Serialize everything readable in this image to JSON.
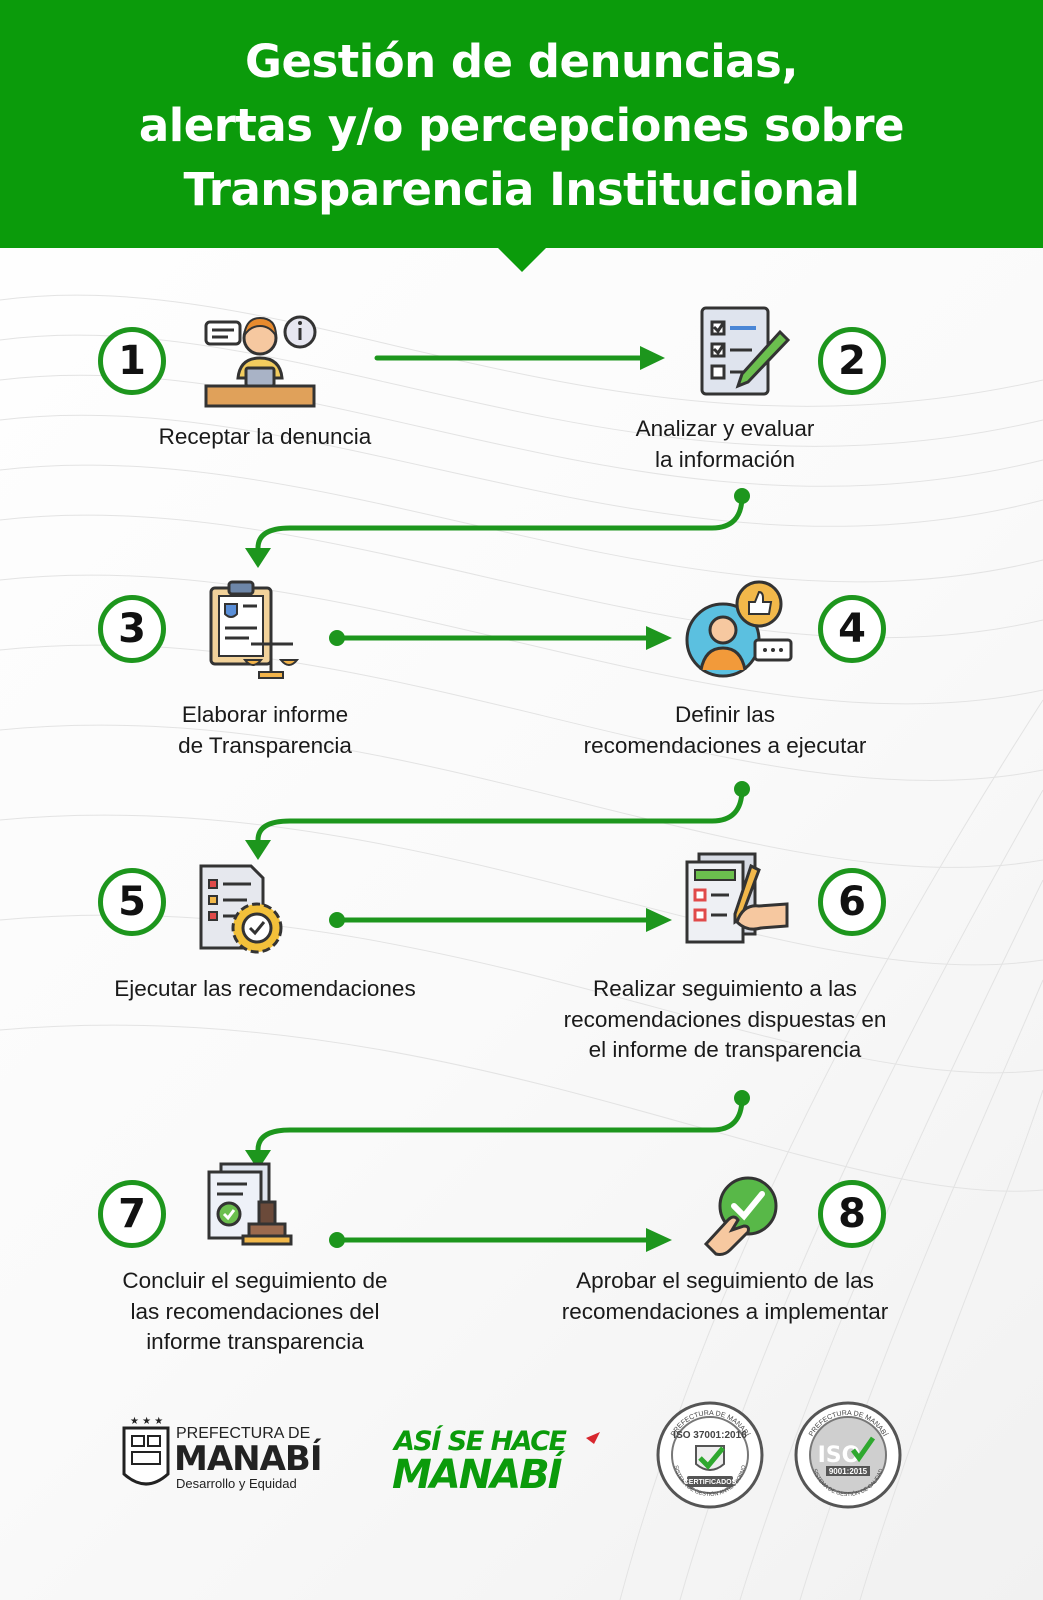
{
  "header": {
    "title_lines": [
      "Gestión de denuncias,",
      "alertas y/o percepciones sobre",
      "Transparencia Institucional"
    ]
  },
  "colors": {
    "brand_green": "#0b9b0b",
    "connector_green": "#1d961d",
    "text": "#1a1a1a"
  },
  "steps": [
    {
      "number": "1",
      "label": "Receptar la denuncia",
      "icon": "customer-service-agent-icon"
    },
    {
      "number": "2",
      "label": "Analizar y evaluar\nla información",
      "icon": "checklist-pencil-icon"
    },
    {
      "number": "3",
      "label": "Elaborar informe\nde Transparencia",
      "icon": "clipboard-scale-icon"
    },
    {
      "number": "4",
      "label": "Definir las\nrecomendaciones a ejecutar",
      "icon": "person-feedback-icon"
    },
    {
      "number": "5",
      "label": "Ejecutar las recomendaciones",
      "icon": "document-gear-icon"
    },
    {
      "number": "6",
      "label": "Realizar seguimiento a las\nrecomendaciones dispuestas en\nel informe de transparencia",
      "icon": "checklist-hand-icon"
    },
    {
      "number": "7",
      "label": "Concluir el seguimiento de\nlas recomendaciones del\ninforme transparencia",
      "icon": "document-stamp-icon"
    },
    {
      "number": "8",
      "label": "Aprobar el seguimiento de las\nrecomendaciones a implementar",
      "icon": "approval-hand-icon"
    }
  ],
  "footer": {
    "prefectura": {
      "line1": "PREFECTURA DE",
      "line2": "MANABÍ",
      "line3": "Desarrollo y Equidad"
    },
    "slogan": {
      "line1": "ASÍ SE HACE",
      "line2": "MANABÍ"
    },
    "iso_37001": {
      "ring_text": "PREFECTURA DE MANABÍ",
      "standard": "ISO 37001:2016",
      "badge": "CERTIFICADOS",
      "bottom_text": "SISTEMA DE GESTIÓN ANTISOBORNO"
    },
    "iso_9001": {
      "ring_text": "PREFECTURA DE MANABÍ",
      "code": "ISO",
      "standard": "9001:2015",
      "bottom_text": "SISTEMA DE GESTIÓN DE CALIDAD"
    }
  }
}
